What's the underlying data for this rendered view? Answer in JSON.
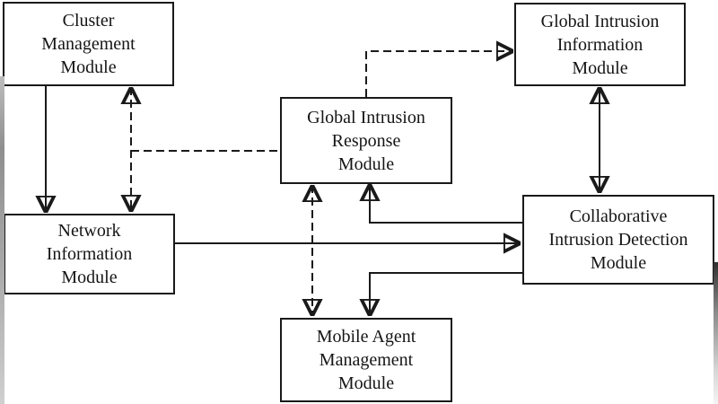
{
  "diagram": {
    "type": "module-architecture-diagram",
    "nodes": [
      {
        "id": "cluster-management",
        "label": "Cluster\nManagement\nModule"
      },
      {
        "id": "global-intrusion-information",
        "label": "Global Intrusion\nInformation\nModule"
      },
      {
        "id": "global-intrusion-response",
        "label": "Global Intrusion\nResponse\nModule"
      },
      {
        "id": "network-information",
        "label": "Network\nInformation\nModule"
      },
      {
        "id": "collaborative-intrusion-detection",
        "label": "Collaborative\nIntrusion Detection\nModule"
      },
      {
        "id": "mobile-agent-management",
        "label": "Mobile Agent\nManagement\nModule"
      }
    ],
    "edges": [
      {
        "from": "cluster-management",
        "to": "network-information",
        "style": "solid",
        "direction": "one-way"
      },
      {
        "from": "cluster-management",
        "to": "network-information",
        "style": "dashed",
        "direction": "two-way"
      },
      {
        "from": "cluster-network-dashed-link",
        "to": "global-intrusion-response",
        "style": "dashed",
        "direction": "none"
      },
      {
        "from": "global-intrusion-response",
        "to": "global-intrusion-information",
        "style": "dashed",
        "direction": "one-way"
      },
      {
        "from": "global-intrusion-information",
        "to": "collaborative-intrusion-detection",
        "style": "solid",
        "direction": "two-way"
      },
      {
        "from": "network-information",
        "to": "collaborative-intrusion-detection",
        "style": "solid",
        "direction": "one-way"
      },
      {
        "from": "collaborative-intrusion-detection",
        "to": "global-intrusion-response",
        "style": "solid",
        "direction": "one-way"
      },
      {
        "from": "collaborative-intrusion-detection",
        "to": "mobile-agent-management",
        "style": "solid",
        "direction": "one-way"
      },
      {
        "from": "global-intrusion-response",
        "to": "mobile-agent-management",
        "style": "dashed",
        "direction": "two-way"
      }
    ]
  },
  "colors": {
    "line": "#1a1a1a",
    "box_border": "#1a1a1a",
    "text": "#151515",
    "background": "#ffffff"
  }
}
